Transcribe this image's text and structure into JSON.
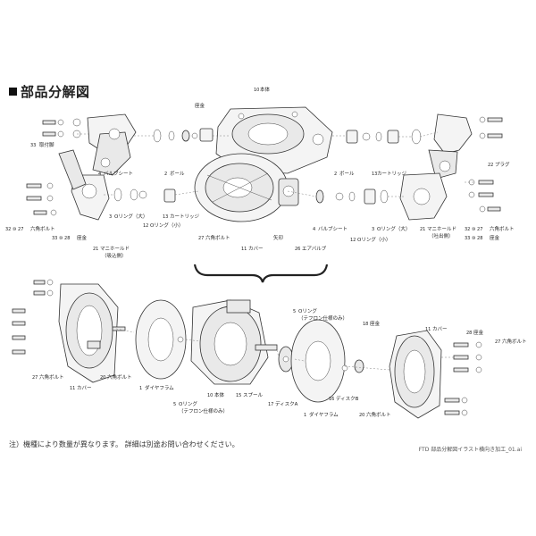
{
  "heading": {
    "title": "部品分解図"
  },
  "footer": {
    "note": "注）機種により数量が異なります。 詳細は別途お問い合わせください。",
    "file_ref": "FTD 部品分解図イラスト横向き加工_01.ai"
  },
  "top_labels": {
    "honntai": {
      "num": "10",
      "text": "本体"
    },
    "toritsukeashi": {
      "num": "33",
      "text": "取付脚"
    },
    "zagane_tl": {
      "num": "",
      "text": "座金"
    },
    "valve_seat_l": {
      "num": "4",
      "text": "バルブシート"
    },
    "ball_l": {
      "num": "2",
      "text": "ボール"
    },
    "oring_dai_l": {
      "num": "3",
      "text": "Oリング（大）"
    },
    "oring_sho_l": {
      "num": "12",
      "text": "Oリング（小）"
    },
    "cartridge_l": {
      "num": "13",
      "text": "カートリッジ"
    },
    "hex_bolt_l1": {
      "num": "32 ⑩ 27",
      "text": "六角ボルト"
    },
    "zagane_l": {
      "num": "33 ⑩ 28",
      "text": "座金"
    },
    "manifold_in": {
      "num": "21",
      "text": "マニホールド",
      "sub": "（吸込側）"
    },
    "hex_bolt_l2": {
      "num": "27",
      "text": "六角ボルト"
    },
    "cover_t": {
      "num": "11",
      "text": "カバー"
    },
    "yajirushi": {
      "num": "",
      "text": "矢印"
    },
    "air_valve": {
      "num": "26",
      "text": "エアバルブ"
    },
    "valve_seat_r": {
      "num": "4",
      "text": "バルブシート"
    },
    "ball_r": {
      "num": "2",
      "text": "ボール"
    },
    "cartridge_r": {
      "num": "13",
      "text": "カートリッジ"
    },
    "oring_dai_r": {
      "num": "3",
      "text": "Oリング（大）"
    },
    "oring_sho_r": {
      "num": "12",
      "text": "Oリング（小）"
    },
    "manifold_out": {
      "num": "21",
      "text": "マニホールド",
      "sub": "（吐出側）"
    },
    "plug": {
      "num": "22",
      "text": "プラグ"
    },
    "hex_bolt_r": {
      "num": "32 ⑩ 27",
      "text": "六角ボルト"
    },
    "zagane_r": {
      "num": "33 ⑩ 28",
      "text": "座金"
    }
  },
  "bottom_labels": {
    "hex_bolt_bl": {
      "num": "27",
      "text": "六角ボルト"
    },
    "cover_bl": {
      "num": "11",
      "text": "カバー"
    },
    "hex_bolt_b2": {
      "num": "20",
      "text": "六角ボルト"
    },
    "diaphragm_l": {
      "num": "1",
      "text": "ダイヤフラム"
    },
    "oring_teflon_l": {
      "num": "5",
      "text": "Oリング",
      "sub": "（テフロン仕様のみ）"
    },
    "honntai_b": {
      "num": "10",
      "text": "本体"
    },
    "spool": {
      "num": "15",
      "text": "スプール"
    },
    "disc": {
      "num": "17",
      "text": "ディスクA"
    },
    "oring_teflon_c": {
      "num": "5",
      "text": "Oリング",
      "sub": "（テフロン仕様のみ）"
    },
    "diaphragm_r": {
      "num": "1",
      "text": "ダイヤフラム"
    },
    "zagane_b": {
      "num": "18",
      "text": "座金"
    },
    "disc_b": {
      "num": "16",
      "text": "ディスクB"
    },
    "cover_br": {
      "num": "11",
      "text": "カバー"
    },
    "zagane_br": {
      "num": "28",
      "text": "座金"
    },
    "hex_bolt_br": {
      "num": "27",
      "text": "六角ボルト"
    },
    "hex_bolt_br2": {
      "num": "20",
      "text": "六角ボルト"
    }
  }
}
